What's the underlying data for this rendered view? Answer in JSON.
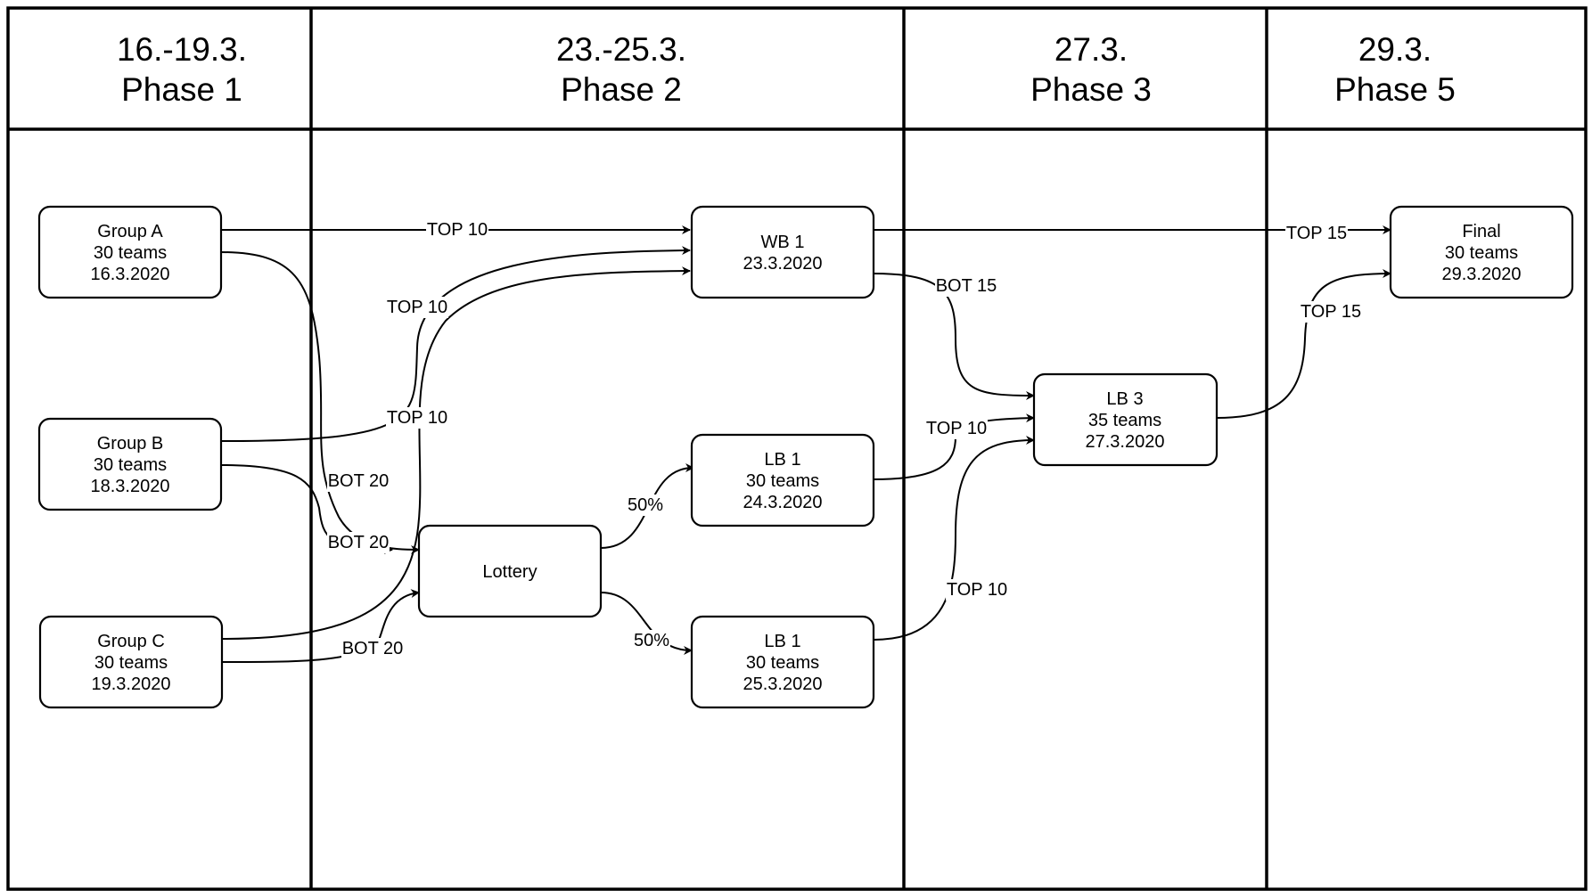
{
  "phases": [
    {
      "date": "16.-19.3.",
      "name": "Phase 1"
    },
    {
      "date": "23.-25.3.",
      "name": "Phase 2"
    },
    {
      "date": "27.3.",
      "name": "Phase 3"
    },
    {
      "date": "29.3.",
      "name": "Phase 5"
    }
  ],
  "nodes": {
    "group_a": {
      "lines": [
        "Group A",
        "30 teams",
        "16.3.2020"
      ]
    },
    "group_b": {
      "lines": [
        "Group B",
        "30 teams",
        "18.3.2020"
      ]
    },
    "group_c": {
      "lines": [
        "Group C",
        "30 teams",
        "19.3.2020"
      ]
    },
    "lottery": {
      "lines": [
        "Lottery"
      ]
    },
    "wb1": {
      "lines": [
        "WB 1",
        "23.3.2020"
      ]
    },
    "lb1_a": {
      "lines": [
        "LB 1",
        "30 teams",
        "24.3.2020"
      ]
    },
    "lb1_b": {
      "lines": [
        "LB 1",
        "30 teams",
        "25.3.2020"
      ]
    },
    "lb3": {
      "lines": [
        "LB 3",
        "35 teams",
        "27.3.2020"
      ]
    },
    "final": {
      "lines": [
        "Final",
        "30 teams",
        "29.3.2020"
      ]
    }
  },
  "edges": {
    "a_wb1": "TOP 10",
    "b_wb1": "TOP 10",
    "c_wb1": "TOP 10",
    "a_lottery": "BOT 20",
    "b_lottery": "BOT 20",
    "c_lottery": "BOT 20",
    "lottery_lb1a": "50%",
    "lottery_lb1b": "50%",
    "wb1_final": "TOP 15",
    "wb1_lb3": "BOT 15",
    "lb1a_lb3": "TOP 10",
    "lb1b_lb3": "TOP 10",
    "lb3_final": "TOP 15"
  }
}
